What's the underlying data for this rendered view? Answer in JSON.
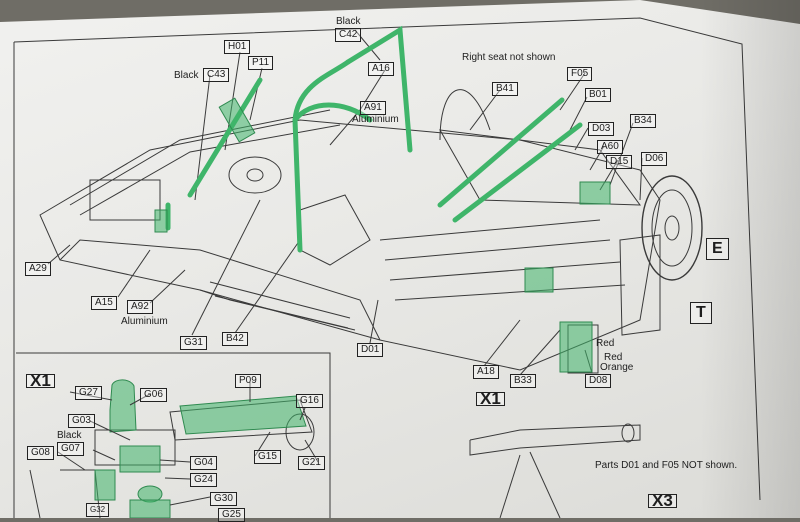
{
  "labels": {
    "black_top": "Black",
    "c42": "C42",
    "h01": "H01",
    "black_c43": "Black",
    "c43": "C43",
    "p11": "P11",
    "a16": "A16",
    "a91": "A91",
    "aluminium_top": "Aluminium",
    "right_seat": "Right seat not shown",
    "f05": "F05",
    "b41": "B41",
    "b01": "B01",
    "d03": "D03",
    "b34": "B34",
    "a60": "A60",
    "d15": "D15",
    "d06": "D06",
    "e": "E",
    "t": "T",
    "a29": "A29",
    "a15": "A15",
    "a92": "A92",
    "aluminium_bottom": "Aluminium",
    "g31": "G31",
    "b42": "B42",
    "d01": "D01",
    "a18": "A18",
    "b33": "B33",
    "red1": "Red",
    "red2": "Red",
    "orange": "Orange",
    "d08": "D08"
  },
  "inset": {
    "x1": "X1",
    "g27": "G27",
    "g06": "G06",
    "p09": "P09",
    "g16": "G16",
    "g03": "G03",
    "black": "Black",
    "g07": "G07",
    "g08": "G08",
    "g04": "G04",
    "g15": "G15",
    "g21": "G21",
    "g24": "G24",
    "g30": "G30",
    "g32": "G32",
    "g25": "G25"
  },
  "lower": {
    "x1": "X1",
    "note": "Parts D01 and F05 NOT shown.",
    "x3": "X3"
  },
  "colors": {
    "green": "#3fb56a",
    "ink": "#2a2a2a"
  }
}
